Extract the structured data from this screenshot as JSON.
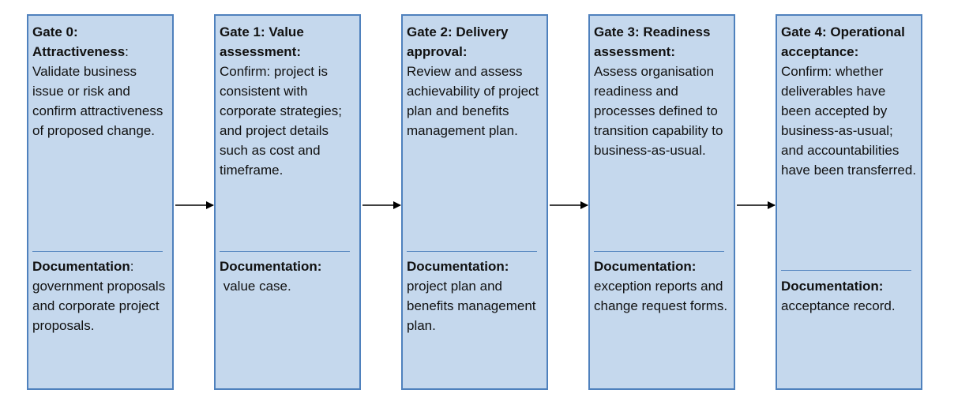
{
  "gates": [
    {
      "title": "Gate 0:",
      "title2": "Attractiveness",
      "title2_suffix": ":",
      "body": "Validate business issue or risk and confirm attractiveness of proposed change.",
      "doc_label": "Documentation",
      "doc_suffix": ":",
      "doc_text": "government proposals and corporate project proposals."
    },
    {
      "title": "Gate 1: Value assessment:",
      "body": "Confirm: project is consistent with corporate strategies; and project details such as cost and timeframe.",
      "doc_label": "Documentation:",
      "doc_text": " value case."
    },
    {
      "title": "Gate 2: Delivery approval:",
      "body": "Review and assess achievability of project plan and benefits management plan.",
      "doc_label": "Documentation:",
      "doc_text": "project plan and benefits management plan."
    },
    {
      "title": "Gate 3: Readiness assessment:",
      "body": "Assess organisation readiness and processes defined to transition capability to business-as-usual.",
      "doc_label": "Documentation:",
      "doc_text": "exception reports and change request forms."
    },
    {
      "title": "Gate 4: Operational acceptance:",
      "body": "Confirm: whether deliverables have been accepted by business-as-usual; and accountabilities have been transferred.",
      "doc_label": "Documentation:",
      "doc_text": "acceptance record."
    }
  ],
  "colors": {
    "box_fill": "#c5d8ed",
    "box_border": "#4f81bd",
    "arrow": "#000000"
  }
}
